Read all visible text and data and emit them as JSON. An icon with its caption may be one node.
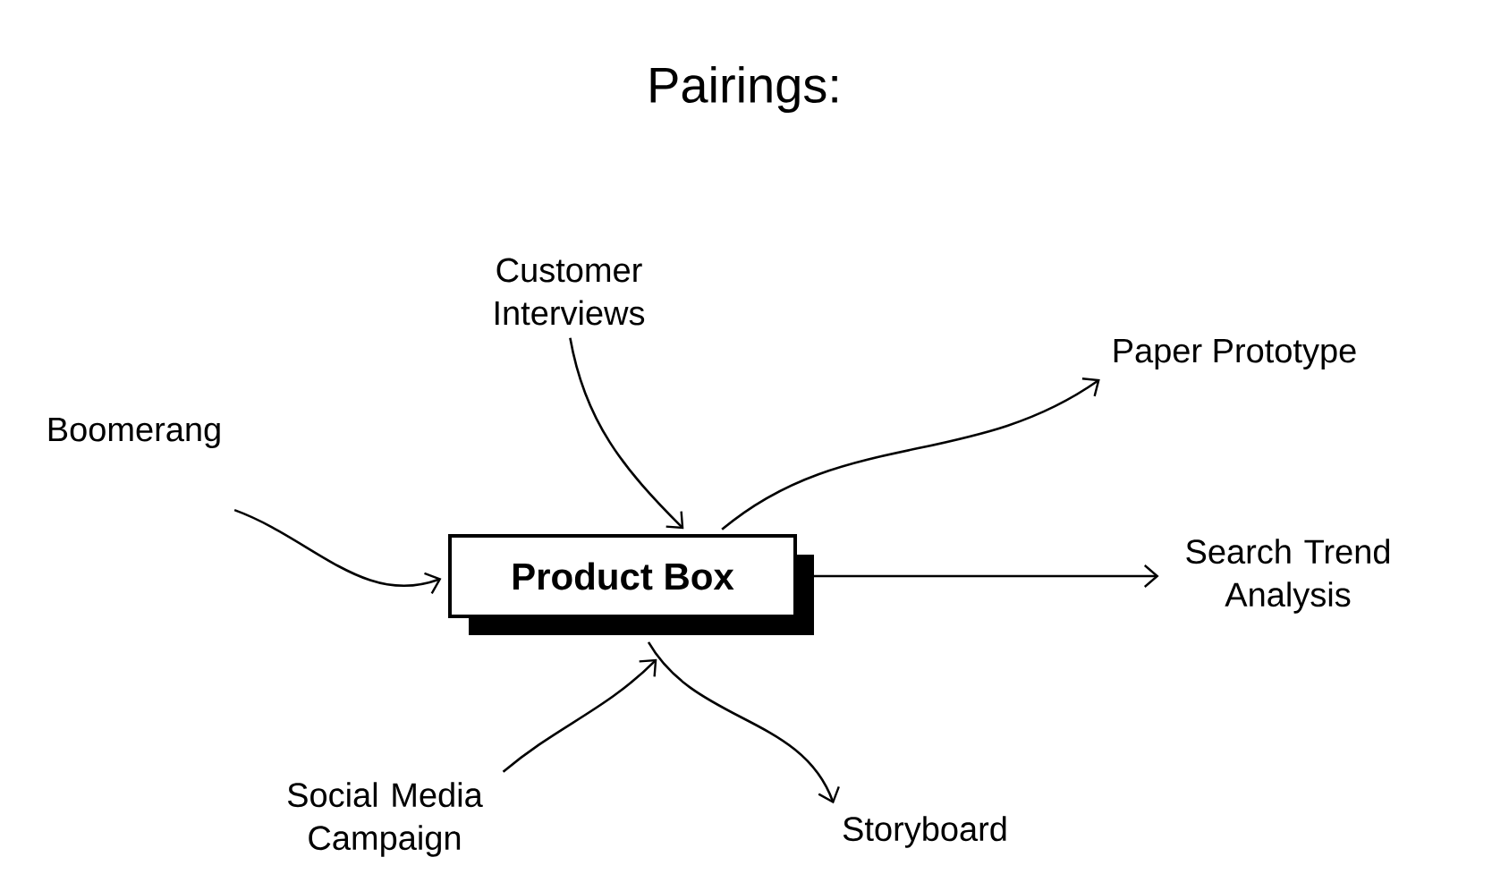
{
  "diagram": {
    "title": "Pairings:",
    "nodes": [
      {
        "text": [
          "Product Box"
        ]
      },
      {
        "text": [
          "Customer Interviews"
        ]
      },
      {
        "text": [
          "Boomerang"
        ]
      },
      {
        "text": [
          "Social Media Campaign"
        ]
      },
      {
        "text": [
          "Paper Prototype"
        ]
      },
      {
        "text": [
          "Search Trend Analysis"
        ]
      },
      {
        "text": [
          "Storyboard"
        ]
      }
    ],
    "edges": [
      {
        "from": 1,
        "to": 0,
        "arrow": "to"
      },
      {
        "from": 2,
        "to": 0,
        "arrow": "to"
      },
      {
        "from": 3,
        "to": 0,
        "arrow": "to"
      },
      {
        "from": 0,
        "to": 4,
        "arrow": "to"
      },
      {
        "from": 0,
        "to": 5,
        "arrow": "to"
      },
      {
        "from": 0,
        "to": 6,
        "arrow": "to"
      }
    ]
  }
}
